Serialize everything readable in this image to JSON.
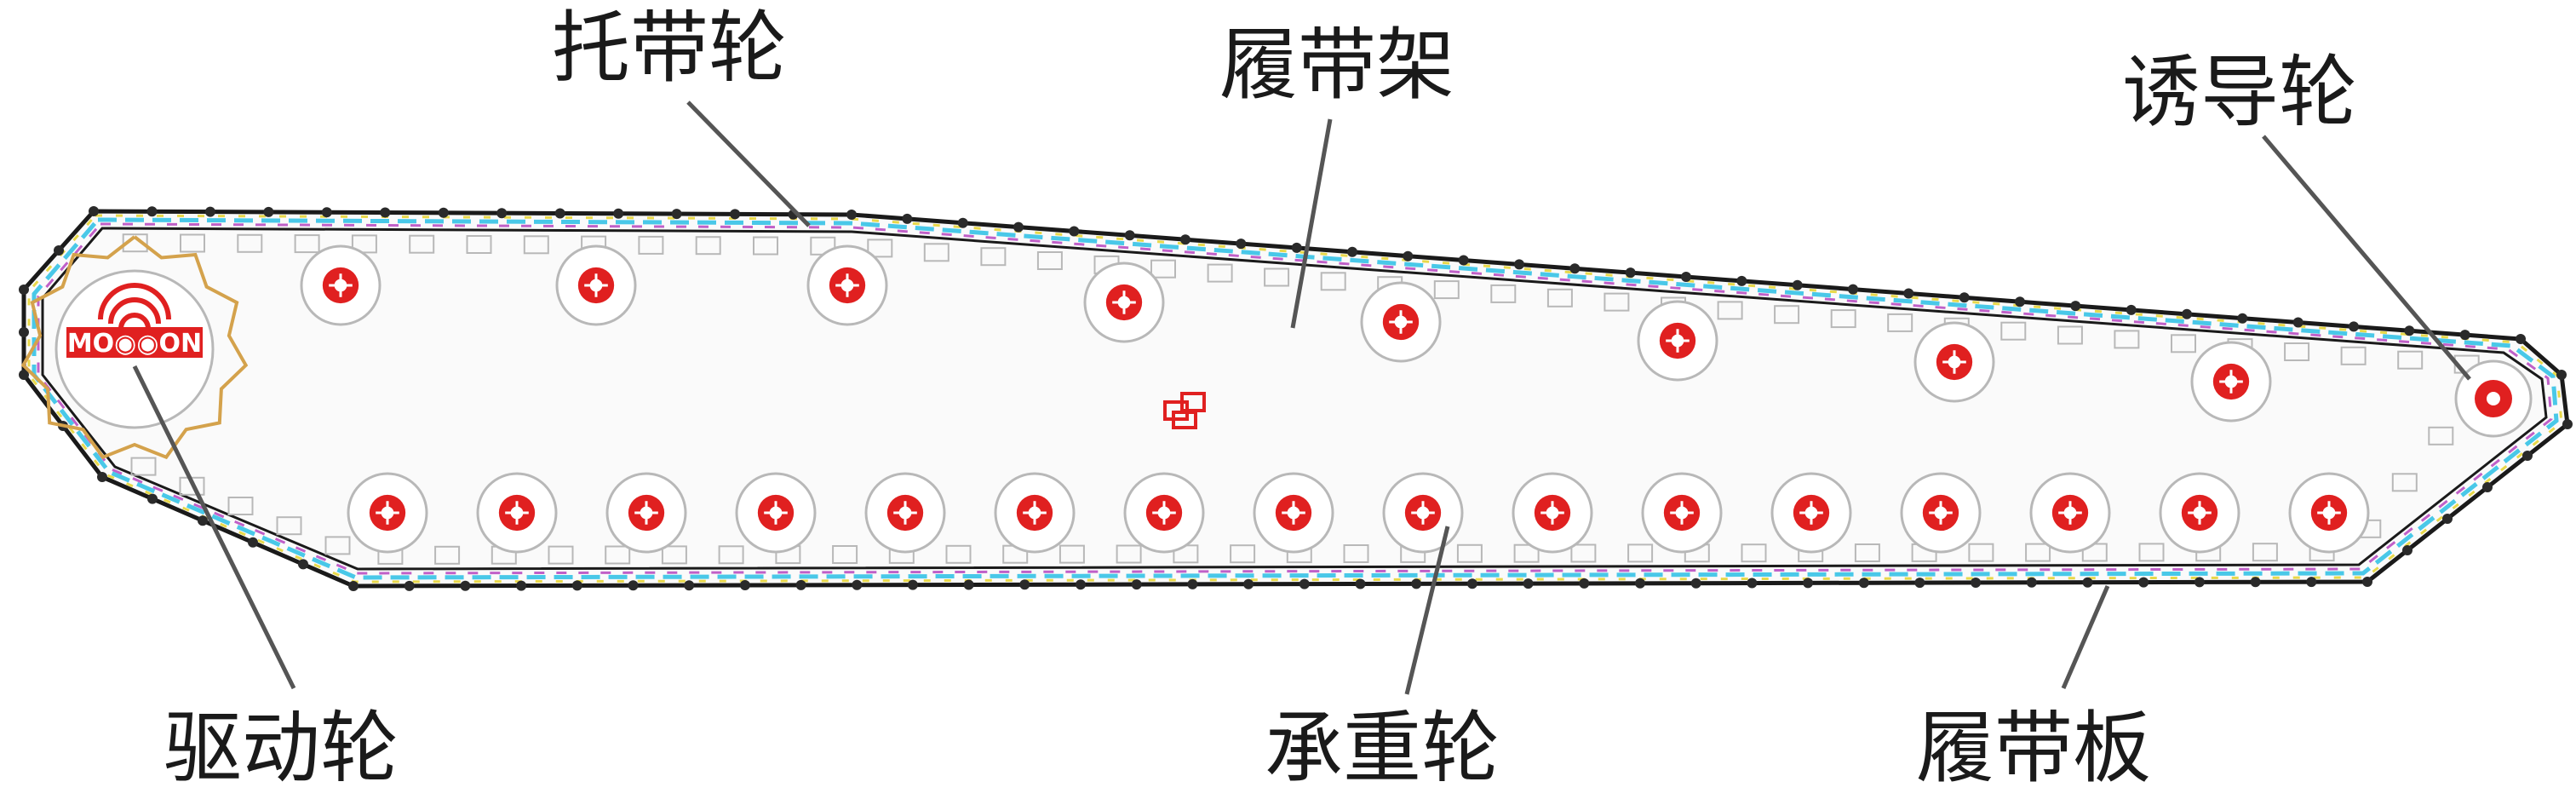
{
  "labels": {
    "carrier_roller": "托带轮",
    "track_frame": "履带架",
    "idler_wheel": "诱导轮",
    "drive_wheel": "驱动轮",
    "road_wheel": "承重轮",
    "track_shoe": "履带板"
  },
  "logo": {
    "text": "MO◉◉ON"
  },
  "colors": {
    "outline": "#1a1a1a",
    "leader": "#555555",
    "wheel_red": "#e02020",
    "sprocket_gold": "#d4a24c",
    "chain_cyan": "#49c8e8",
    "chain_magenta": "#c060c8",
    "chain_yellow": "#e8d84a",
    "pad_gray": "#b8b8b8"
  }
}
